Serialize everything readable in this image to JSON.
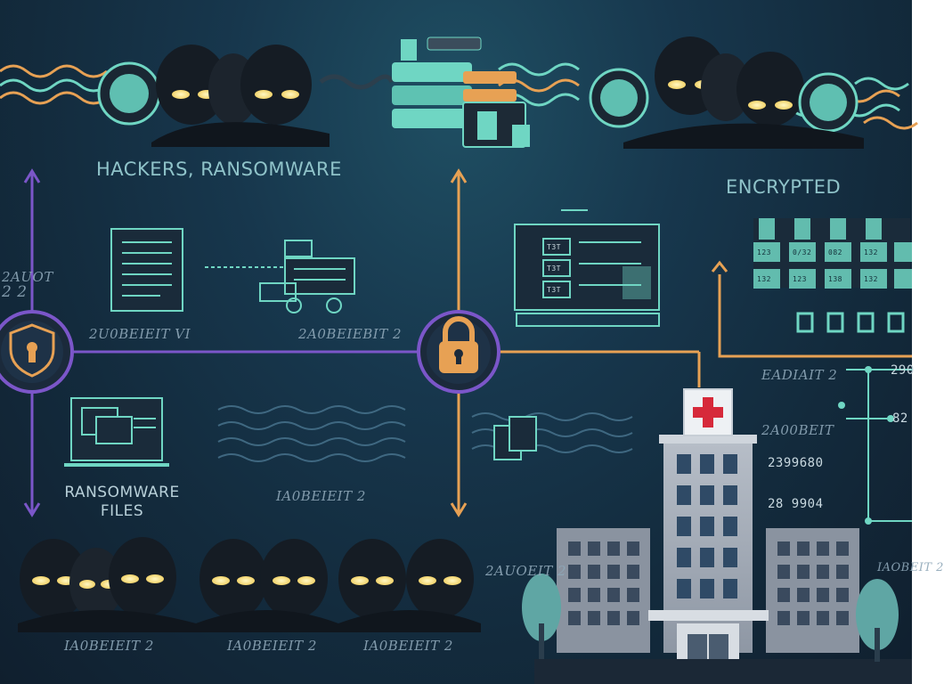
{
  "headings": {
    "hackers_ransomware": "HACKERS, RANSOMWARE",
    "encrypted": "ENCRYPTED",
    "ransomware_files_line1": "RANSOMWARE",
    "ransomware_files_line2": "FILES"
  },
  "labels": {
    "left_top": "2AUOT",
    "left_mid": "2 2",
    "under_doc": "2U0BEIEIT VI",
    "under_machine": "2A0BEIEBIT 2",
    "center_wave": "IA0BEIEIT 2",
    "right_mid": "EADIAIT 2",
    "right_mid2": "2A00BEIT",
    "hacker_row_1": "IA0BEIEIT 2",
    "hacker_row_2": "IA0BEIEIT 2",
    "hacker_row_3": "IA0BEIEIT 2",
    "lower_right": "IAOBEIT 2",
    "hospital_left": "2AUOEIT 2"
  },
  "numbers": {
    "n1": "290",
    "n2": "82",
    "n3": "2399680",
    "n4": "28 9904",
    "screen_1": "T3T",
    "screen_2": "T3T",
    "screen_3": "T3T",
    "enc_1": "123",
    "enc_2": "0/32",
    "enc_3": "082",
    "enc_4": "132",
    "enc_5": "132",
    "enc_6": "123",
    "enc_7": "138",
    "enc_8": "132"
  },
  "colors": {
    "purple": "#7b56c9",
    "orange": "#e7a154",
    "teal": "#6fd6c3",
    "hospital_grey": "#8a93a0",
    "cross_red": "#d6293a"
  }
}
